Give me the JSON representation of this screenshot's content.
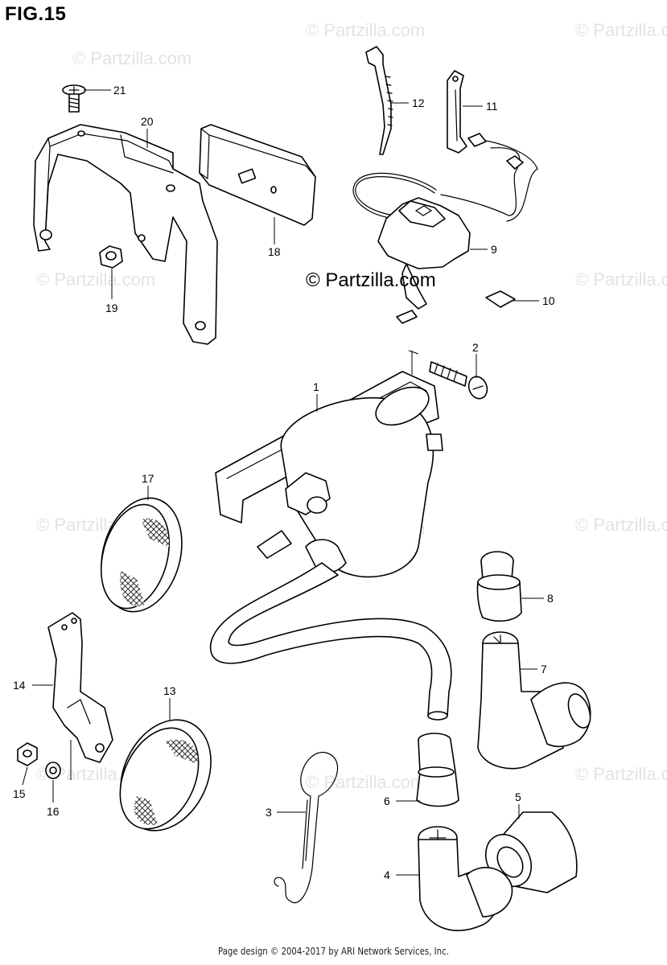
{
  "figure": {
    "title": "FIG.15"
  },
  "watermark": {
    "text": "© Partzilla.com"
  },
  "stamp": {
    "text": "© Partzilla.com"
  },
  "footer": {
    "text": "Page design © 2004-2017 by ARI Network Services, Inc."
  },
  "callouts": {
    "p1": "1",
    "p2": "2",
    "p3": "3",
    "p4": "4",
    "p5": "5",
    "p6": "6",
    "p7": "7",
    "p8": "8",
    "p9": "9",
    "p10": "10",
    "p11": "11",
    "p12": "12",
    "p13": "13",
    "p14": "14",
    "p15": "15",
    "p16": "16",
    "p17": "17",
    "p18": "18",
    "p19": "19",
    "p20": "20",
    "p21": "21"
  }
}
